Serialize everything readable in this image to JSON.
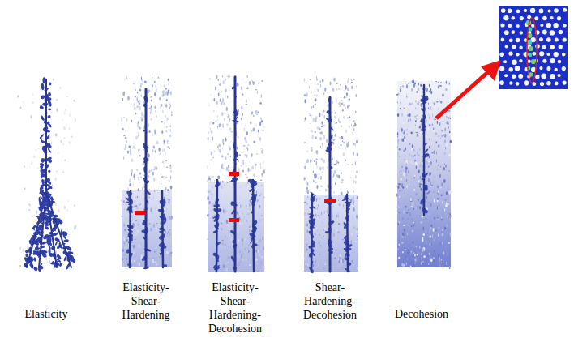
{
  "diagram": {
    "labels": [
      "Elasticity",
      "Elasticity- Shear- Hardening",
      "Elasticity- Shear- Hardening- Decohesion",
      "Shear- Hardening- Decohesion",
      "Decohesion"
    ]
  }
}
